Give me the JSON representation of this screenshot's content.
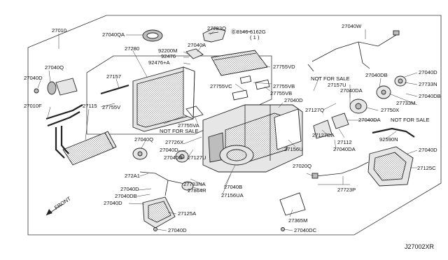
{
  "labels": {
    "l27010": "27010",
    "l27040QA": "27040QA",
    "l27283Q": "27283Q",
    "l08146": "Ⓑ8146-6162G",
    "l08146sub": "( 1 )",
    "l27040W": "27040W",
    "l27040A": "27040A",
    "l92200M": "92200M",
    "l92476": "92476",
    "l92476A": "92476+A",
    "l27280": "27280",
    "l27040D_top": "27040D",
    "l27040Q_top": "27040Q",
    "l27157": "27157",
    "l27010F": "27010F",
    "l27755V": "27755V",
    "l27755VA": "27755VA",
    "l27755VD": "27755VD",
    "l27755VB_1": "27755VB",
    "l27755VC": "27755VC",
    "l27755VB_2": "27755VB",
    "l27040D_mid": "27040D",
    "l27040DB_r": "27040DB",
    "l27040D_r1": "27040D",
    "l27733N": "27733N",
    "l27040DB_r2": "27040DB",
    "l27733M": "27733M",
    "l27750X": "27750X",
    "lnotforsale_1": "NOT FOR SALE",
    "l27157U": "27157U",
    "l27040DA_1": "27040DA",
    "l27127Q": "27127Q",
    "l27040DA_2": "27040DA",
    "lnotforsale_2": "NOT FOR SALE",
    "l27127DA": "27127DA",
    "l27112": "27112",
    "l27040DA_3": "27040DA",
    "l92590N": "92590N",
    "l27040D_r3": "27040D",
    "l27125C": "27125C",
    "l27115": "27115",
    "lnotforsale_3": "NOT FOR SALE",
    "l27726X": "27726X",
    "l27040Q_l": "27040Q",
    "l27040D_l1": "27040D",
    "l27040D_l2": "27040D",
    "l27127U": "27127U",
    "l272A1": "272A1",
    "l27733NA": "27733NA",
    "l27040D_l3": "27040D",
    "l27864R": "27864R",
    "l27040DB_l": "27040DB",
    "l27040B": "27040B",
    "l27156UA": "27156UA",
    "l27040D_l4": "27040D",
    "l27156U": "27156U",
    "l27020Q": "27020Q",
    "l27723P": "27723P",
    "l27365M": "27365M",
    "l27125A": "27125A",
    "l27040D_bot": "27040D",
    "l27040DC": "27040DC",
    "front": "FRONT",
    "ref": "J27002XR"
  }
}
